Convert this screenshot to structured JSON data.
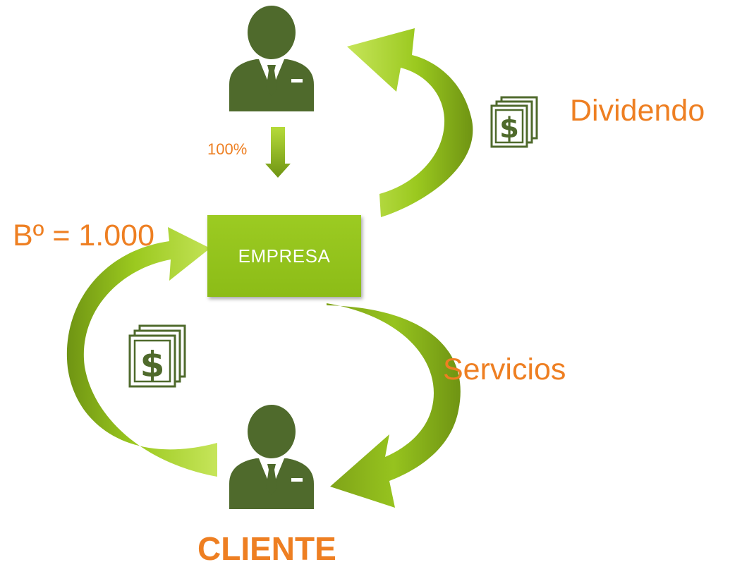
{
  "labels": {
    "dividend": "Dividendo",
    "services": "Servicios",
    "profit": "Bº = 1.000",
    "ownership": "100%",
    "client": "CLIENTE"
  },
  "company": {
    "label": "EMPRESA"
  },
  "icons": {
    "person": "businessman-icon",
    "money": "cash-stack-icon",
    "flow": "curved-arrow",
    "ownership": "down-arrow"
  },
  "colors": {
    "accent_text": "#ee7f22",
    "arrow_green": "#8cbc17",
    "arrow_dark": "#5d7e12",
    "person_green": "#4f6a2c",
    "box_green": "#96c31e"
  }
}
